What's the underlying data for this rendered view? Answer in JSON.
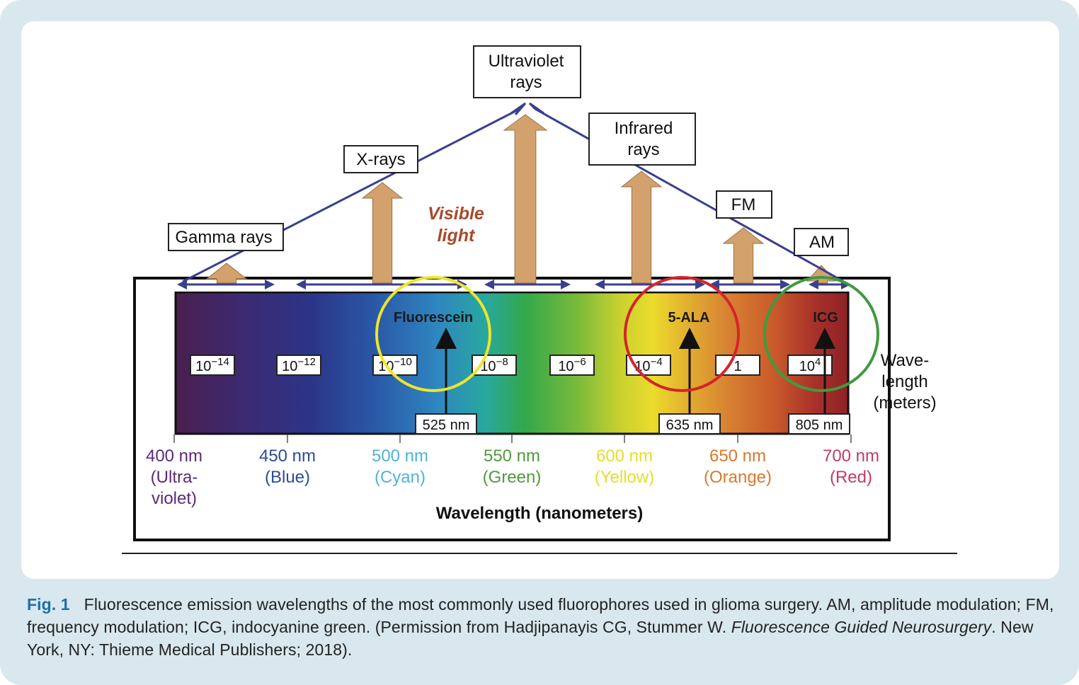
{
  "colors": {
    "frame": "#d9e7ee",
    "arrow_line": "#3a3f8f",
    "up_arrow": "#d3a26c",
    "visible_light": "#a64b2a",
    "fig_label": "#1d6fa8",
    "circle_fluorescein": "#efe52a",
    "circle_5ala": "#d3252b",
    "circle_icg": "#3f9b3d"
  },
  "radiation_labels": {
    "gamma": "Gamma rays",
    "xray": "X-rays",
    "uv_1": "Ultraviolet",
    "uv_2": "rays",
    "ir_1": "Infrared",
    "ir_2": "rays",
    "fm": "FM",
    "am": "AM"
  },
  "visible_light": {
    "line1": "Visible",
    "line2": "light"
  },
  "fluorophores": {
    "fluorescein": {
      "name": "Fluorescein",
      "wavelength": "525 nm"
    },
    "ala": {
      "name": "5-ALA",
      "wavelength": "635 nm"
    },
    "icg": {
      "name": "ICG",
      "wavelength": "805 nm"
    }
  },
  "meter_scale": [
    {
      "base": "10",
      "exp": "−14"
    },
    {
      "base": "10",
      "exp": "−12"
    },
    {
      "base": "10",
      "exp": "−10"
    },
    {
      "base": "10",
      "exp": "−8"
    },
    {
      "base": "10",
      "exp": "−6"
    },
    {
      "base": "10",
      "exp": "−4"
    },
    {
      "base": "1",
      "exp": ""
    },
    {
      "base": "10",
      "exp": "4"
    }
  ],
  "meter_axis_label": [
    "Wave-",
    "length",
    "(meters)"
  ],
  "nm_scale": [
    {
      "value": "400 nm",
      "lines": [
        "(Ultra-",
        "violet)"
      ],
      "color": "#5b2a78"
    },
    {
      "value": "450 nm",
      "lines": [
        "(Blue)"
      ],
      "color": "#2f4a96"
    },
    {
      "value": "500 nm",
      "lines": [
        "(Cyan)"
      ],
      "color": "#4fb3d6"
    },
    {
      "value": "550 nm",
      "lines": [
        "(Green)"
      ],
      "color": "#4f9a3d"
    },
    {
      "value": "600 nm",
      "lines": [
        "(Yellow)"
      ],
      "color": "#e8dc2c"
    },
    {
      "value": "650 nm",
      "lines": [
        "(Orange)"
      ],
      "color": "#d9782c"
    },
    {
      "value": "700 nm",
      "lines": [
        "(Red)"
      ],
      "color": "#c23b6a"
    }
  ],
  "nm_axis_label": "Wavelength (nanometers)",
  "caption": {
    "fig": "Fig. 1",
    "text1": "Fluorescence emission wavelengths of the most commonly used fluorophores used in glioma surgery. AM, amplitude modulation; FM, frequency modulation; ICG, indocyanine green. (Permission from Hadjipanayis CG, Stummer W. ",
    "book": "Fluorescence Guided Neurosurgery",
    "text2": ". New York, NY: Thieme Medical Publishers; 2018)."
  }
}
